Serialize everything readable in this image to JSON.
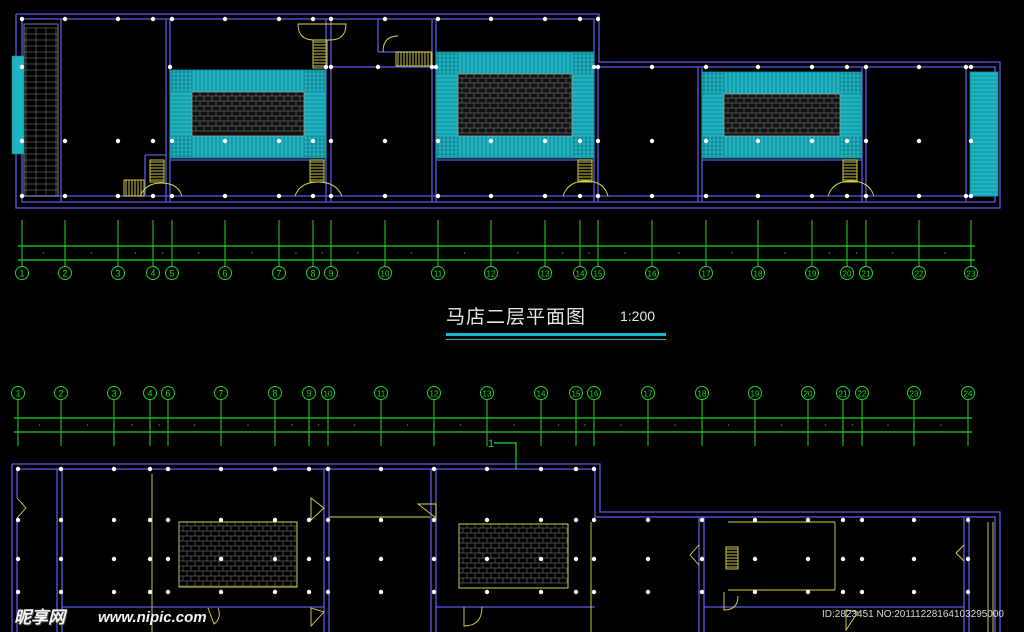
{
  "drawing": {
    "title": "马店二层平面图",
    "scale": "1:200",
    "section_label": "1",
    "axis_top": [
      "1",
      "2",
      "3",
      "4",
      "5",
      "6",
      "7",
      "8",
      "9",
      "10",
      "11",
      "12",
      "13",
      "14",
      "15",
      "16",
      "17",
      "18",
      "19",
      "20",
      "21",
      "22",
      "23"
    ],
    "axis_bottom": [
      "1",
      "2",
      "3",
      "4",
      "6",
      "7",
      "8",
      "9",
      "10",
      "11",
      "12",
      "13",
      "14",
      "15",
      "16",
      "17",
      "18",
      "19",
      "20",
      "21",
      "22",
      "23",
      "24"
    ]
  },
  "watermark": {
    "brand": "昵享网",
    "url": "www.nipic.com",
    "image_id": "ID:2823451 NO:20111228164103295000"
  },
  "colors": {
    "wall": "#5a5ae6",
    "axis": "#22d32b",
    "hatch": "#1fb4c2",
    "stair": "#e0d84a",
    "column": "#ffffff"
  }
}
